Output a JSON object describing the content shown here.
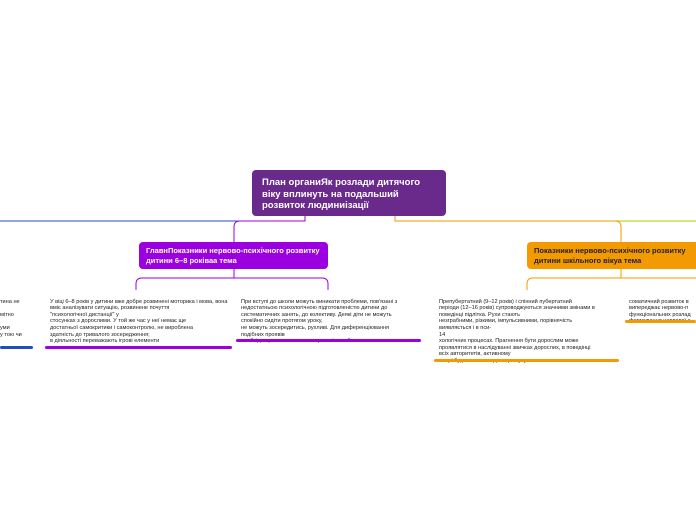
{
  "colors": {
    "root": "#6a2a8c",
    "branch_purple": "#9b00e0",
    "branch_orange": "#f39a00",
    "line_blue": "#1f4fbf",
    "line_green": "#a6d000"
  },
  "root": {
    "label": "План органиЯк розлади дитячого віку вплинуть на подальший розвиток людиниізації"
  },
  "topics": [
    {
      "label": "ГлавнПоказники нервово-психічного розвитку дитини 6–8 роківаа тема"
    },
    {
      "label": "Показники нервово-психічного розвитку дитини шкільного вікуа тема"
    }
  ],
  "leaves": [
    {
      "text": "тина не\n\nмітно\n\nуми\nу тою чи"
    },
    {
      "text": "У віці 6–8 років у дитини вже добре розвинені моторика і мова, вона\nвміє аналізувати ситуацію, розвинене почуття\n\"психологічної дистанції\" у\nстосунках з дорослими. У той же час у неї немає ще\nдостатньої самокритики і самоконтролю, не вироблена\nздатність до тривалого зосередження;\nв діяльності переважають ігрові елементи"
    },
    {
      "text": "При вступі до школи можуть виникати проблеми, пов'язані з\nнедостатньою психологічною підготовленістю дитини до\nсистематичних занять, до колективу. Деякі діти не можуть\nспокійно сидіти протягом уроку,\nне можуть зосередитись, рухливі. Для диференціювання\nподібних проявів\nнеобхідно ретельне психоневрологічне обстеження."
    },
    {
      "text": "Препубертатний (9–12 років) і спінний пубертатний\nперіоди (12–16 років) супроводжуються значними змінами в\nповедінці підлітка. Рухи стають\nнезграбними, різкими, імпульсивними, порівнячість\nвиявляється і в пси-\n14\nхологічних процесах. Прагнення бути дорослим може\nпроявлятися в наслідуванні звичках дорослих, в поведінці\nвсіх авторитетів, активному\nопорі будь-яким заходам примусу."
    },
    {
      "text": "соматичний розвиток в\nвипереджає нервово-п\nфункціональних розлад\nформування нервової с"
    }
  ]
}
